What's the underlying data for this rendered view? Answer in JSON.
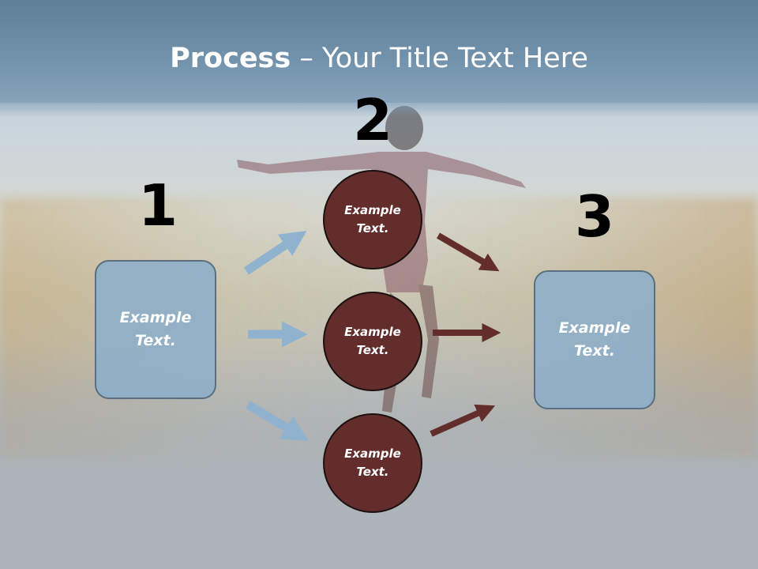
{
  "slide": {
    "title_bold": "Process",
    "title_rest": " – Your Title Text Here",
    "step_numbers": [
      "1",
      "2",
      "3"
    ],
    "left_box_text": "Example Text.",
    "right_box_text": "Example Text.",
    "circles": [
      "Example Text.",
      "Example Text.",
      "Example Text."
    ]
  },
  "colors": {
    "title_band": "#6f8fa9",
    "box_fill": "#8caeca",
    "circle_fill": "#632d2c",
    "blue_arrow": "#8fb3cf",
    "red_arrow": "#632d2c"
  }
}
